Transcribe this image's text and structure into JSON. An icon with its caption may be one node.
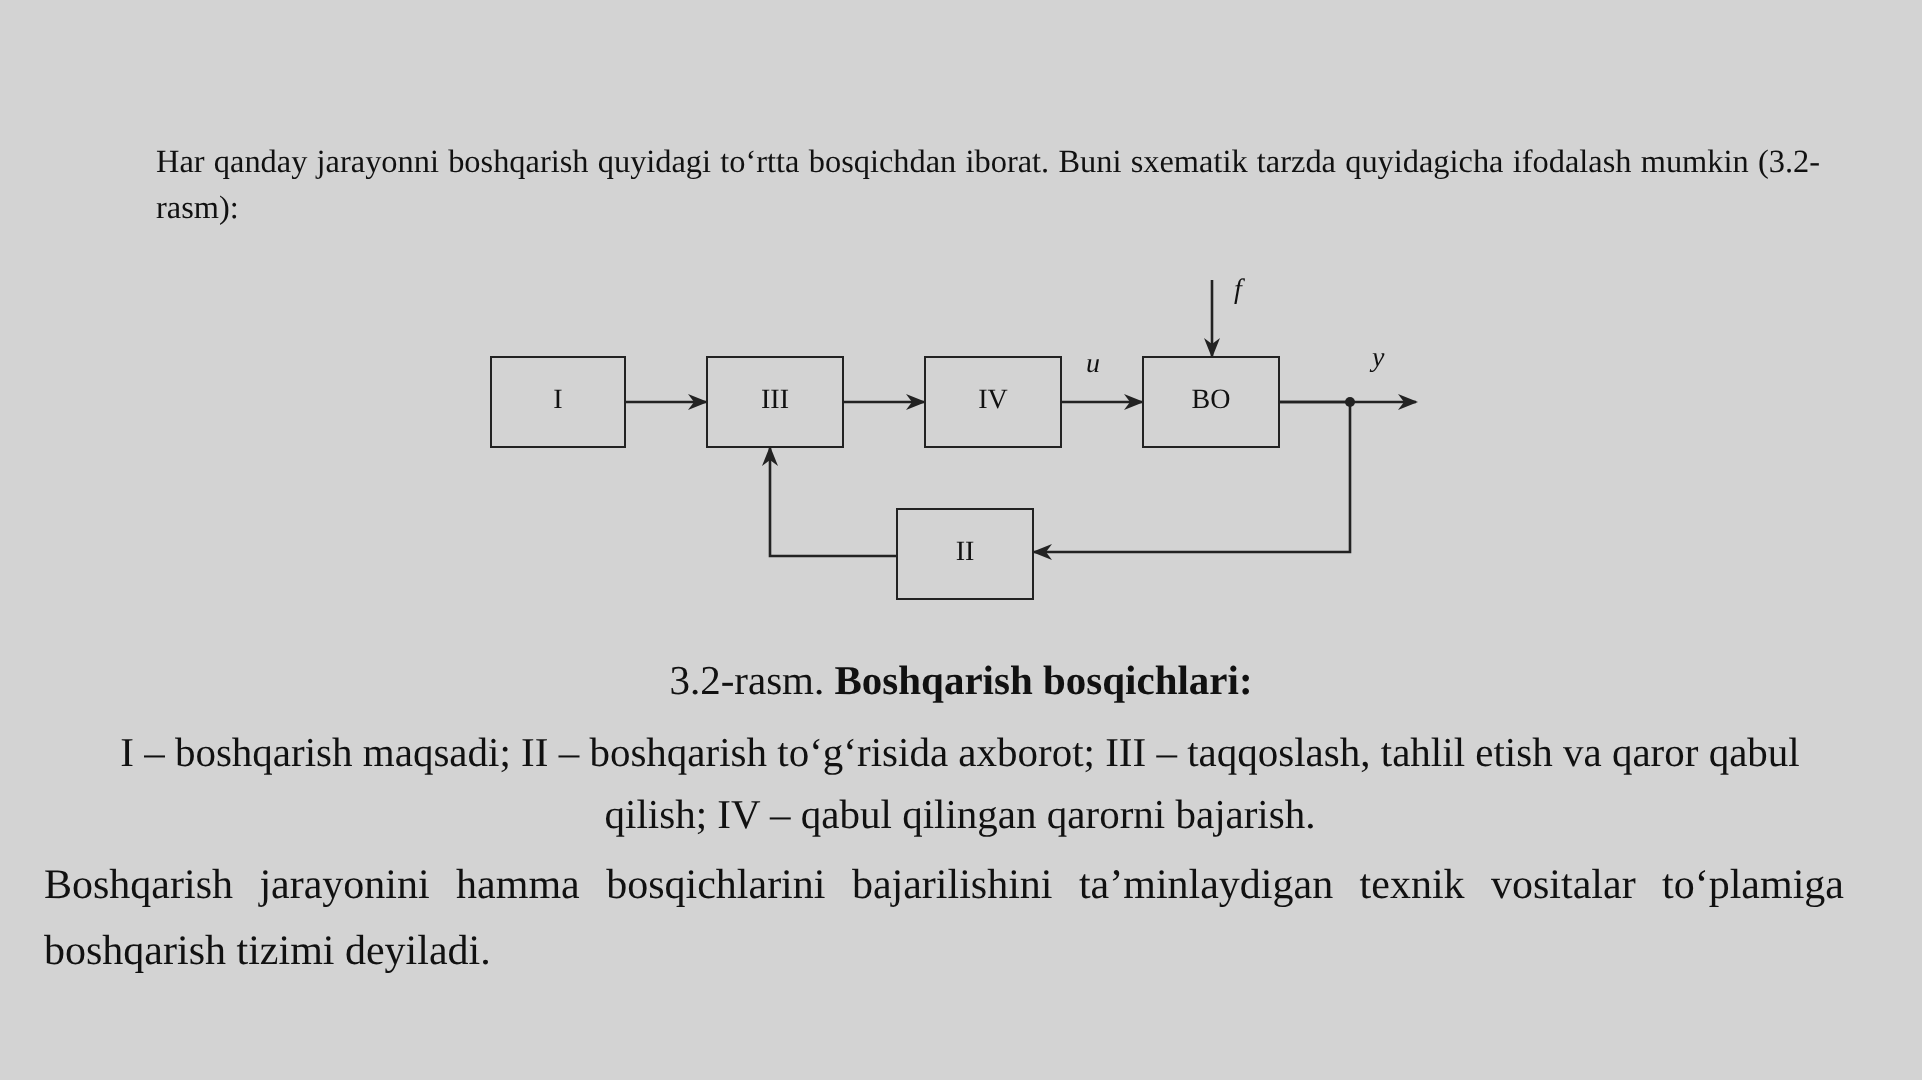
{
  "diagram": {
    "caption": "3.2-rasm. **Boshqarish bosqichlari:**",
    "nodes": [
      {
        "text": [
          "I"
        ]
      },
      {
        "text": [
          "III"
        ]
      },
      {
        "text": [
          "IV"
        ]
      },
      {
        "text": [
          "BO"
        ]
      },
      {
        "text": [
          "II"
        ]
      }
    ],
    "edges": [
      {
        "from": 0,
        "to": 1,
        "arrow": "to"
      },
      {
        "from": 1,
        "to": 2,
        "arrow": "to"
      },
      {
        "from": 2,
        "to": 3,
        "arrow": "to",
        "label": "u"
      },
      {
        "from": null,
        "to": 3,
        "arrow": "to",
        "label": "f"
      },
      {
        "from": 3,
        "to": null,
        "arrow": "to",
        "label": "y"
      },
      {
        "from": 3,
        "to": 4,
        "arrow": "to"
      },
      {
        "from": 4,
        "to": 1,
        "arrow": "to"
      }
    ],
    "labels": [
      "Har qanday jarayonni boshqarish quyidagi to‘rtta bosqichdan iborat. Buni sxematik tarzda quyidagicha ifodalash mumkin (3.2-rasm):",
      "I – boshqarish maqsadi; II – boshqarish to‘g‘risida axborot; III – taqqoslash, tahlil etish va qaror qabul qilish; IV – qabul qilingan qarorni bajarish.",
      "Boshqarish jarayonini hamma bosqichlarini bajarilishini ta’minlaydigan texnik vositalar to‘plamiga boshqarish tizimi deyiladi."
    ]
  }
}
